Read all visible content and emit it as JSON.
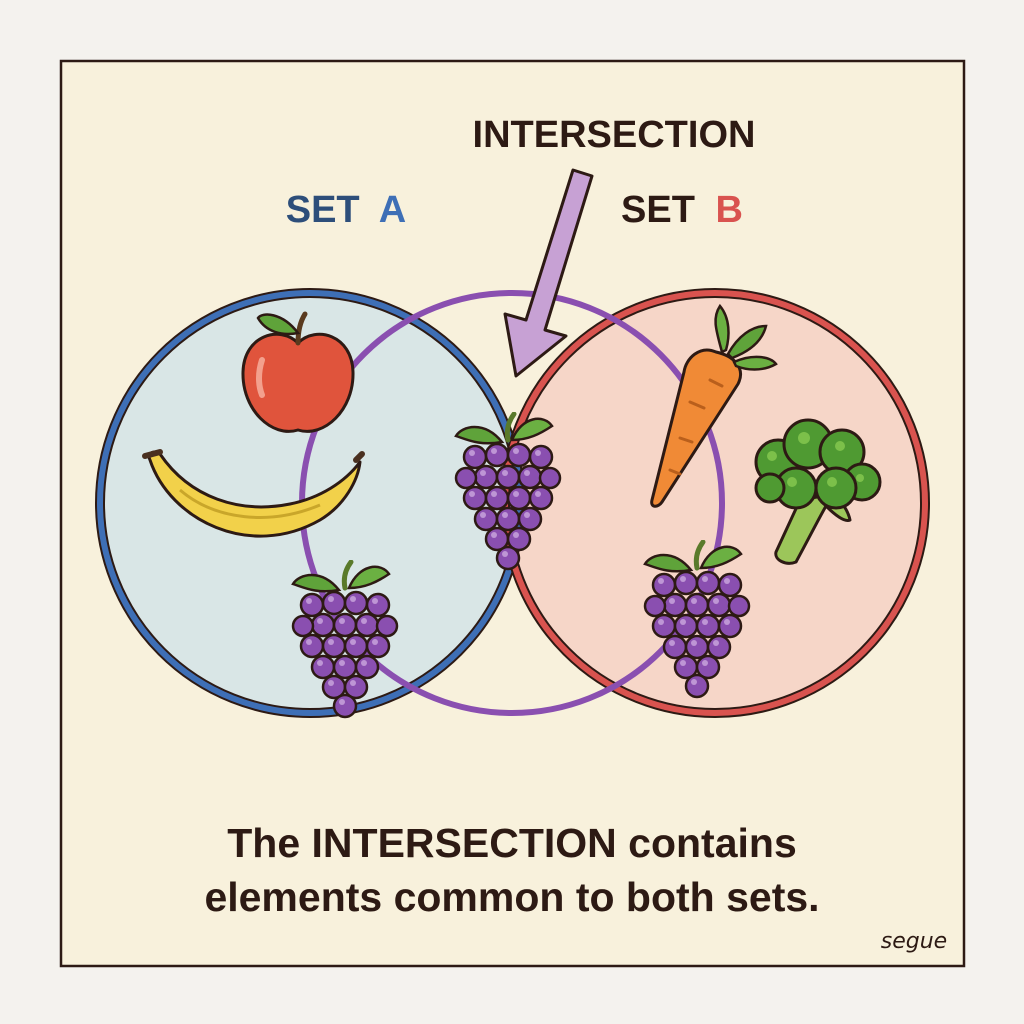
{
  "labels": {
    "intersection": "INTERSECTION",
    "set_a_word": "SET",
    "set_a_letter": "A",
    "set_b_word": "SET",
    "set_b_letter": "B"
  },
  "caption": {
    "line1": "The INTERSECTION contains",
    "line2": "elements common to both sets."
  },
  "signature": "segue",
  "sets": {
    "a": {
      "items": [
        "apple-icon",
        "banana-icon",
        "grapes-icon"
      ]
    },
    "b": {
      "items": [
        "carrot-icon",
        "broccoli-icon",
        "grapes-icon"
      ]
    },
    "intersection": {
      "items": [
        "grapes-icon"
      ]
    }
  },
  "colors": {
    "set_a": "#3e6fb6",
    "set_b": "#d9534f",
    "intersection": "#8a4fb0",
    "panel": "#f8f1dc",
    "ink": "#2d1a14"
  }
}
